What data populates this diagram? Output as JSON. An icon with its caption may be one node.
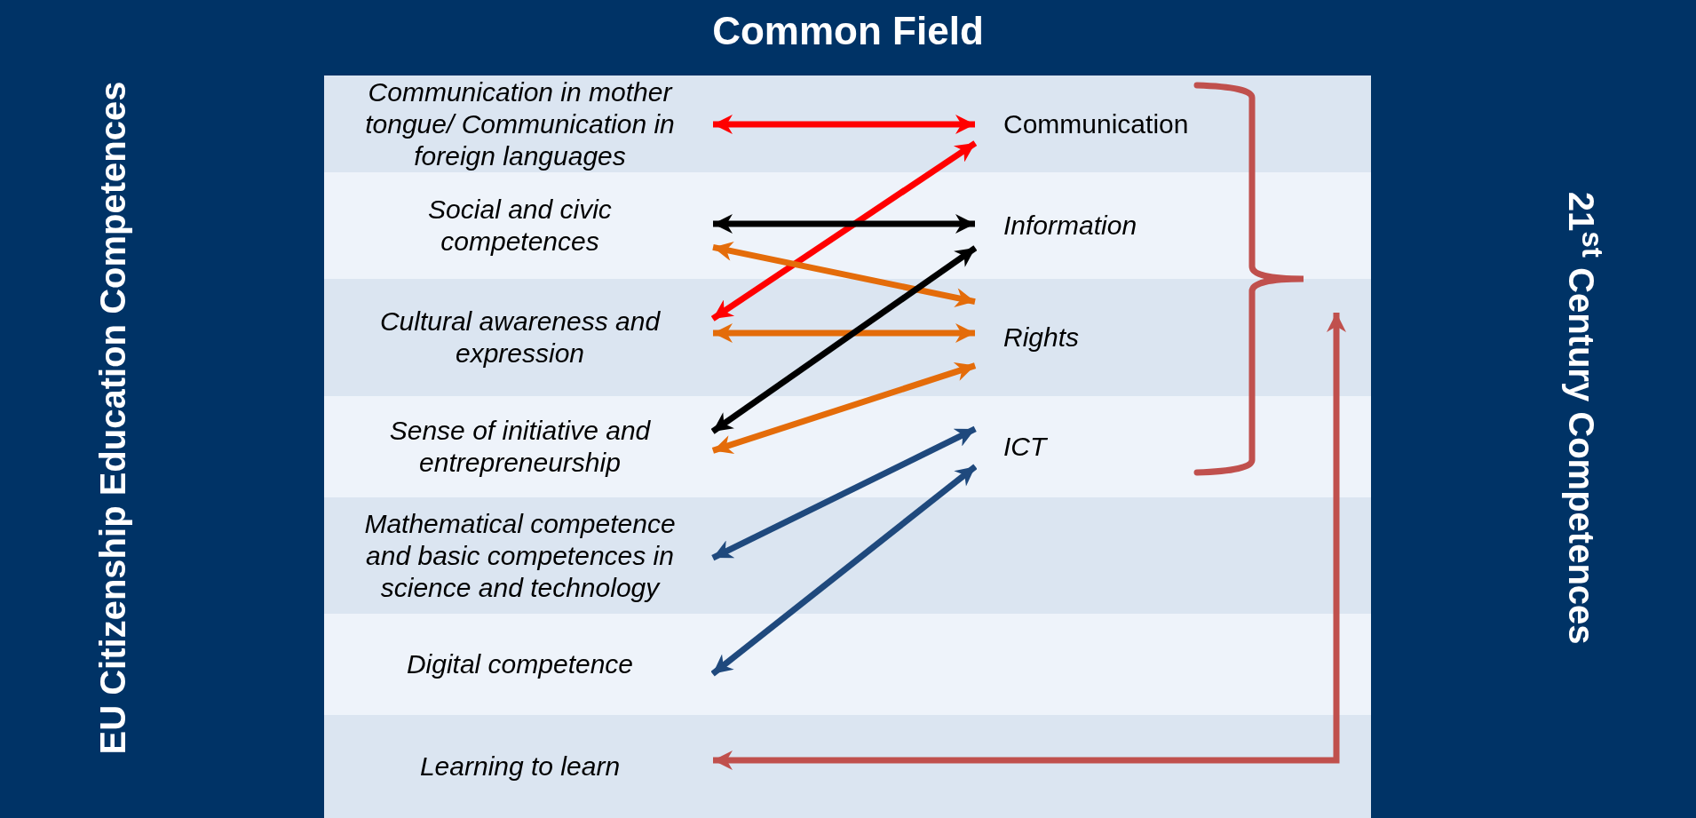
{
  "diagram": {
    "title": "Common Field",
    "nodes": [
      {
        "text": [
          "Communication in mother tongue/ Communication in foreign languages"
        ]
      },
      {
        "text": [
          "Communication"
        ]
      },
      {
        "text": [
          "Social and civic competences"
        ]
      },
      {
        "text": [
          "Information"
        ]
      },
      {
        "text": [
          "Cultural awareness and expression"
        ]
      },
      {
        "text": [
          "Rights"
        ]
      },
      {
        "text": [
          "Sense of initiative and entrepreneurship"
        ]
      },
      {
        "text": [
          "ICT"
        ]
      },
      {
        "text": [
          "Mathematical competence and basic competences in science and technology"
        ]
      },
      {
        "text": [
          "Digital competence"
        ]
      },
      {
        "text": [
          "Learning to learn"
        ]
      },
      {
        "text": [],
        "shape": "brace"
      }
    ],
    "edges": [
      {
        "from": 0,
        "to": 1,
        "arrow": "both",
        "color": "#ff0000"
      },
      {
        "from": 1,
        "to": 4,
        "arrow": "both",
        "color": "#ff0000"
      },
      {
        "from": 2,
        "to": 3,
        "arrow": "both",
        "color": "#000000"
      },
      {
        "from": 2,
        "to": 5,
        "arrow": "both",
        "color": "#e46c0a"
      },
      {
        "from": 4,
        "to": 5,
        "arrow": "both",
        "color": "#e46c0a"
      },
      {
        "from": 3,
        "to": 6,
        "arrow": "both",
        "color": "#000000"
      },
      {
        "from": 6,
        "to": 5,
        "arrow": "both",
        "color": "#e46c0a"
      },
      {
        "from": 8,
        "to": 7,
        "arrow": "both",
        "color": "#1f497d"
      },
      {
        "from": 9,
        "to": 7,
        "arrow": "both",
        "color": "#1f497d"
      },
      {
        "from": 10,
        "to": 11,
        "arrow": "both",
        "color": "#c0504d"
      }
    ],
    "labels": [
      "EU Citizenship Education Competences",
      "21$^{st}$ Century Competences"
    ]
  }
}
